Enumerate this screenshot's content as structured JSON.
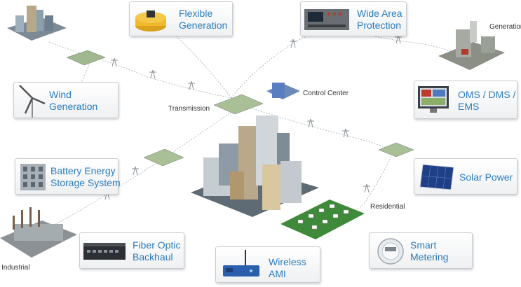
{
  "cards": {
    "flexible_generation": "Flexible\nGeneration",
    "wide_area_protection": "Wide Area\nProtection",
    "wind_generation": "Wind\nGeneration",
    "oms_dms_ems": "OMS / DMS /\nEMS",
    "battery_storage": "Battery Energy\nStorage System",
    "solar_power": "Solar Power",
    "fiber_optic": "Fiber Optic\nBackhaul",
    "wireless_ami": "Wireless\nAMI",
    "smart_metering": "Smart\nMetering"
  },
  "tags": {
    "generation": "Generation",
    "control_center": "Control Center",
    "transmission": "Transmission",
    "residential": "Residential",
    "industrial": "Industrial"
  },
  "colors": {
    "label_blue": "#2a7cc0",
    "card_border": "#c9cdd2",
    "grass": "#3f8a3a"
  }
}
